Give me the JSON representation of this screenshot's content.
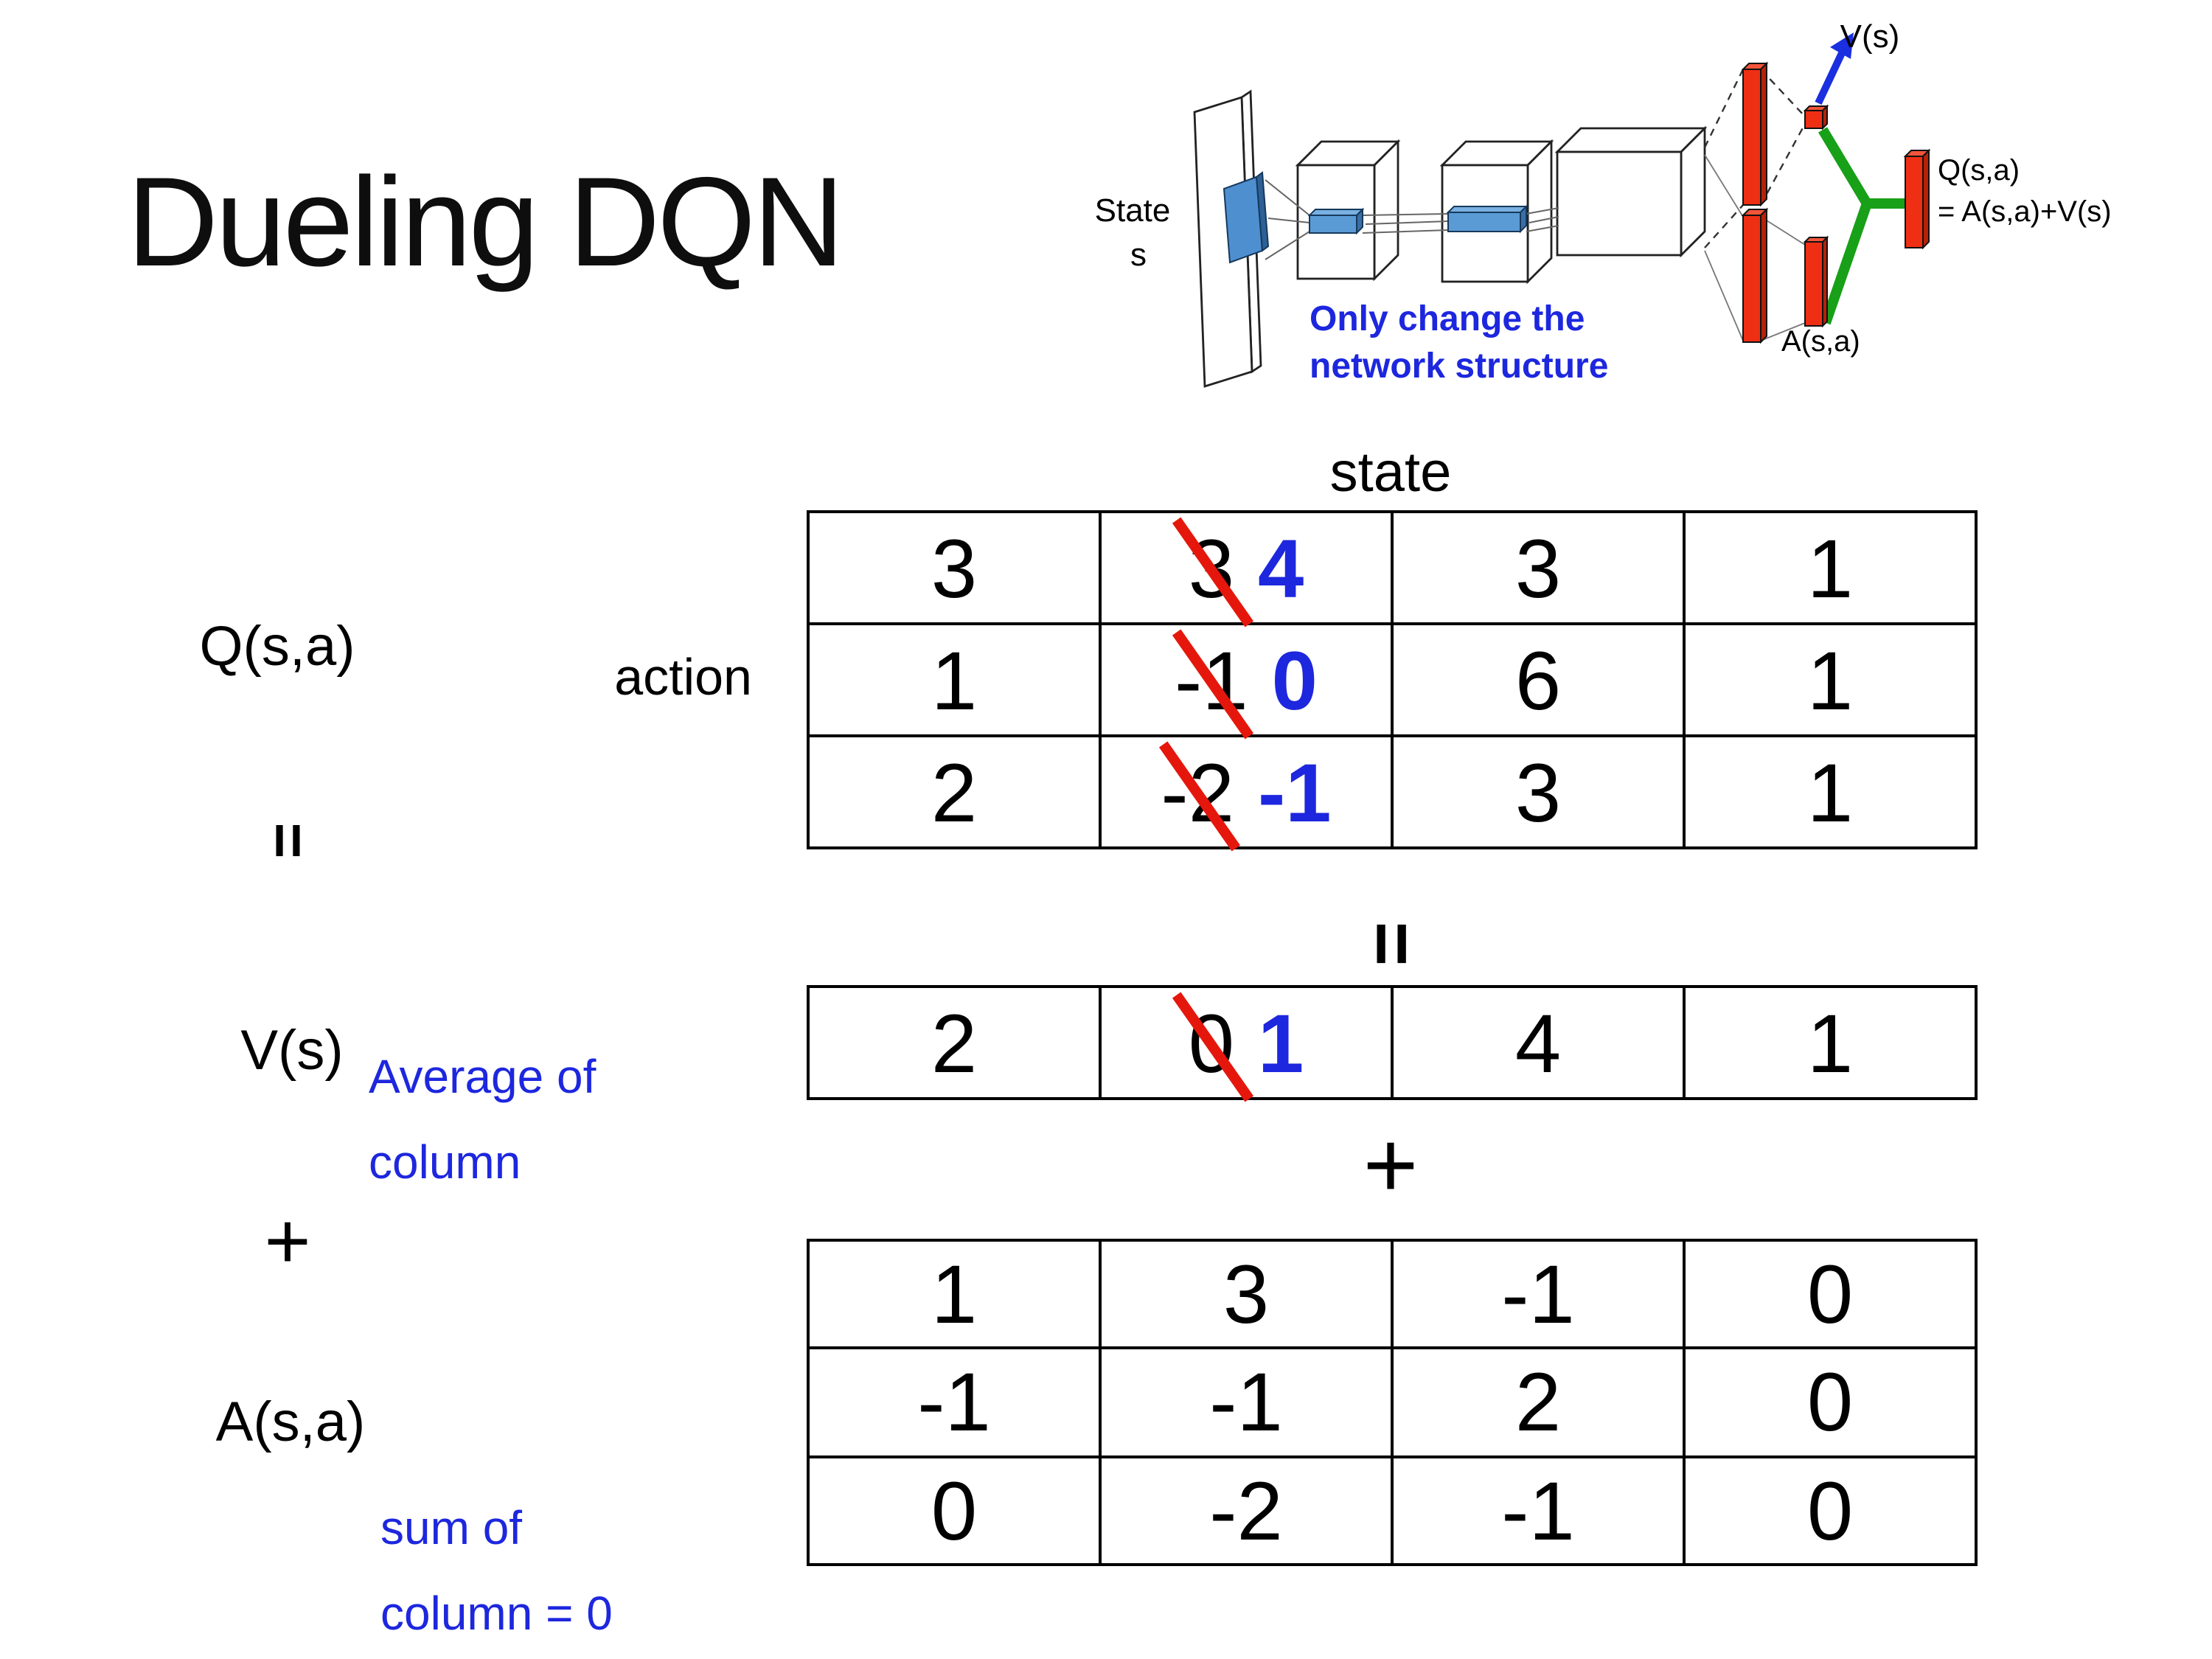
{
  "title": "Dueling DQN",
  "diagram": {
    "state_line1": "State",
    "state_line2": "s",
    "note_line1": "Only change the",
    "note_line2": "network structure",
    "v_out_label": "V(s)",
    "q_out_label_line1": "Q(s,a)",
    "q_out_label_line2": "= A(s,a)+V(s)",
    "a_out_label": "A(s,a)"
  },
  "equation": {
    "q": "Q(s,a)",
    "equals": "=",
    "v": "V(s)",
    "plus": "+",
    "a": "A(s,a)",
    "avg_line1": "Average of",
    "avg_line2": "column",
    "sum_line1": "sum of",
    "sum_line2": "column = 0"
  },
  "axes": {
    "state": "state",
    "action": "action"
  },
  "center_symbols": {
    "equals": "=",
    "plus": "+"
  },
  "q_table": {
    "rows": [
      [
        {
          "v": "3"
        },
        {
          "v": "3",
          "crossed": true,
          "corrected": "4"
        },
        {
          "v": "3"
        },
        {
          "v": "1"
        }
      ],
      [
        {
          "v": "1"
        },
        {
          "v": "-1",
          "crossed": true,
          "corrected": "0"
        },
        {
          "v": "6"
        },
        {
          "v": "1"
        }
      ],
      [
        {
          "v": "2"
        },
        {
          "v": "-2",
          "crossed": true,
          "corrected": "-1"
        },
        {
          "v": "3"
        },
        {
          "v": "1"
        }
      ]
    ]
  },
  "v_table": {
    "rows": [
      [
        {
          "v": "2"
        },
        {
          "v": "0",
          "crossed": true,
          "corrected": "1"
        },
        {
          "v": "4"
        },
        {
          "v": "1"
        }
      ]
    ]
  },
  "a_table": {
    "rows": [
      [
        {
          "v": "1"
        },
        {
          "v": "3"
        },
        {
          "v": "-1"
        },
        {
          "v": "0"
        }
      ],
      [
        {
          "v": "-1"
        },
        {
          "v": "-1"
        },
        {
          "v": "2"
        },
        {
          "v": "0"
        }
      ],
      [
        {
          "v": "0"
        },
        {
          "v": "-2"
        },
        {
          "v": "-1"
        },
        {
          "v": "0"
        }
      ]
    ]
  },
  "colors": {
    "blue_text": "#1d27de",
    "red_strike": "#e5170c",
    "red_bar": "#ee2f14",
    "green_link": "#18a018",
    "conv_blue": "#5b9bd5"
  }
}
